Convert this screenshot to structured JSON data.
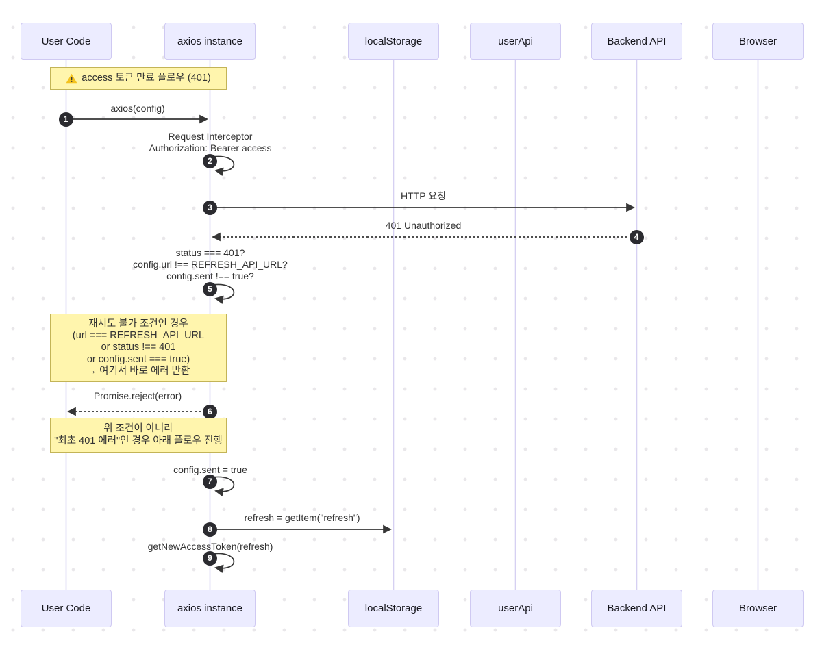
{
  "participants": [
    {
      "label": "User Code"
    },
    {
      "label": "axios instance"
    },
    {
      "label": "localStorage"
    },
    {
      "label": "userApi"
    },
    {
      "label": "Backend API"
    },
    {
      "label": "Browser"
    }
  ],
  "notes": {
    "flow_title": {
      "icon": "warning",
      "label": "access 토큰 만료 플로우 (401)"
    },
    "retry_block": {
      "lines": [
        "재시도 불가 조건인 경우",
        "(url === REFRESH_API_URL",
        "or status !== 401",
        "or config.sent === true)",
        "→ 여기서 바로 에러 반환"
      ]
    },
    "proceed": {
      "lines": [
        "위 조건이 아니라",
        "\"최초 401 에러\"인 경우 아래 플로우 진행"
      ]
    }
  },
  "messages": {
    "m1": {
      "seq": "1",
      "label": "axios(config)",
      "from": "User Code",
      "to": "axios instance",
      "style": "solid"
    },
    "m2": {
      "seq": "2",
      "lines": [
        "Request Interceptor",
        "Authorization: Bearer access"
      ],
      "type": "self-loop"
    },
    "m3": {
      "seq": "3",
      "label": "HTTP 요청",
      "from": "axios instance",
      "to": "Backend API",
      "style": "solid"
    },
    "m4": {
      "seq": "4",
      "label": "401 Unauthorized",
      "from": "Backend API",
      "to": "axios instance",
      "style": "dashed"
    },
    "m5": {
      "seq": "5",
      "lines": [
        "status === 401?",
        "config.url !== REFRESH_API_URL?",
        "config.sent !== true?"
      ],
      "type": "self-loop"
    },
    "m6": {
      "seq": "6",
      "label": "Promise.reject(error)",
      "from": "axios instance",
      "to": "User Code",
      "style": "dashed"
    },
    "m7": {
      "seq": "7",
      "label": "config.sent = true",
      "type": "self-loop"
    },
    "m8": {
      "seq": "8",
      "label": "refresh = getItem(\"refresh\")",
      "from": "axios instance",
      "to": "localStorage",
      "style": "solid"
    },
    "m9": {
      "seq": "9",
      "label": "getNewAccessToken(refresh)",
      "type": "self-loop"
    }
  },
  "colors": {
    "participant_fill": "#ECECFF",
    "participant_border": "#cfc9f2",
    "note_fill": "#FFF5AD",
    "note_border": "#c3b457",
    "arrow": "#363636",
    "seq_badge": "#2b2b30",
    "lifeline": "#d6d0f2",
    "warning_icon": "#f4c21f"
  }
}
